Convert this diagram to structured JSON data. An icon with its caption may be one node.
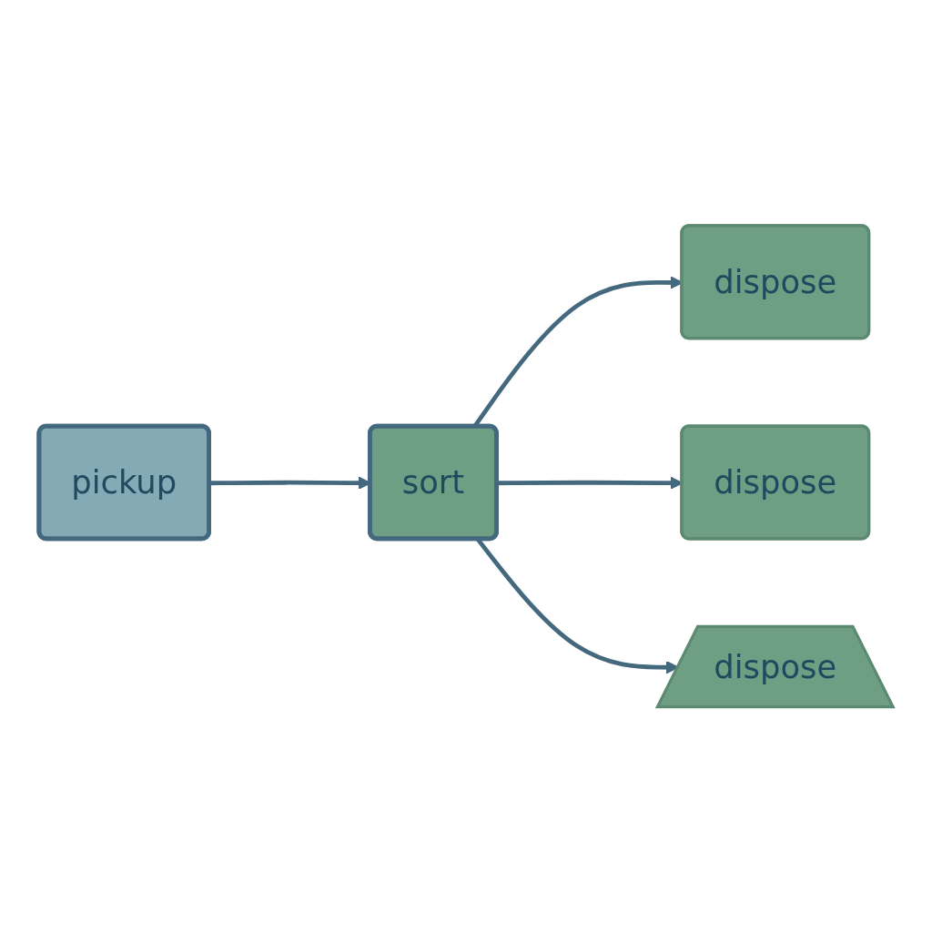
{
  "diagram": {
    "nodes": [
      {
        "text": [
          "pickup"
        ]
      },
      {
        "text": [
          "sort"
        ]
      },
      {
        "text": [
          "dispose"
        ]
      },
      {
        "text": [
          "dispose"
        ]
      },
      {
        "text": [
          "dispose"
        ]
      }
    ],
    "edges": [
      {
        "from": 0,
        "to": 1,
        "arrow": "to"
      },
      {
        "from": 1,
        "to": 2,
        "arrow": "to"
      },
      {
        "from": 1,
        "to": 3,
        "arrow": "to"
      },
      {
        "from": 1,
        "to": 4,
        "arrow": "to"
      }
    ]
  }
}
